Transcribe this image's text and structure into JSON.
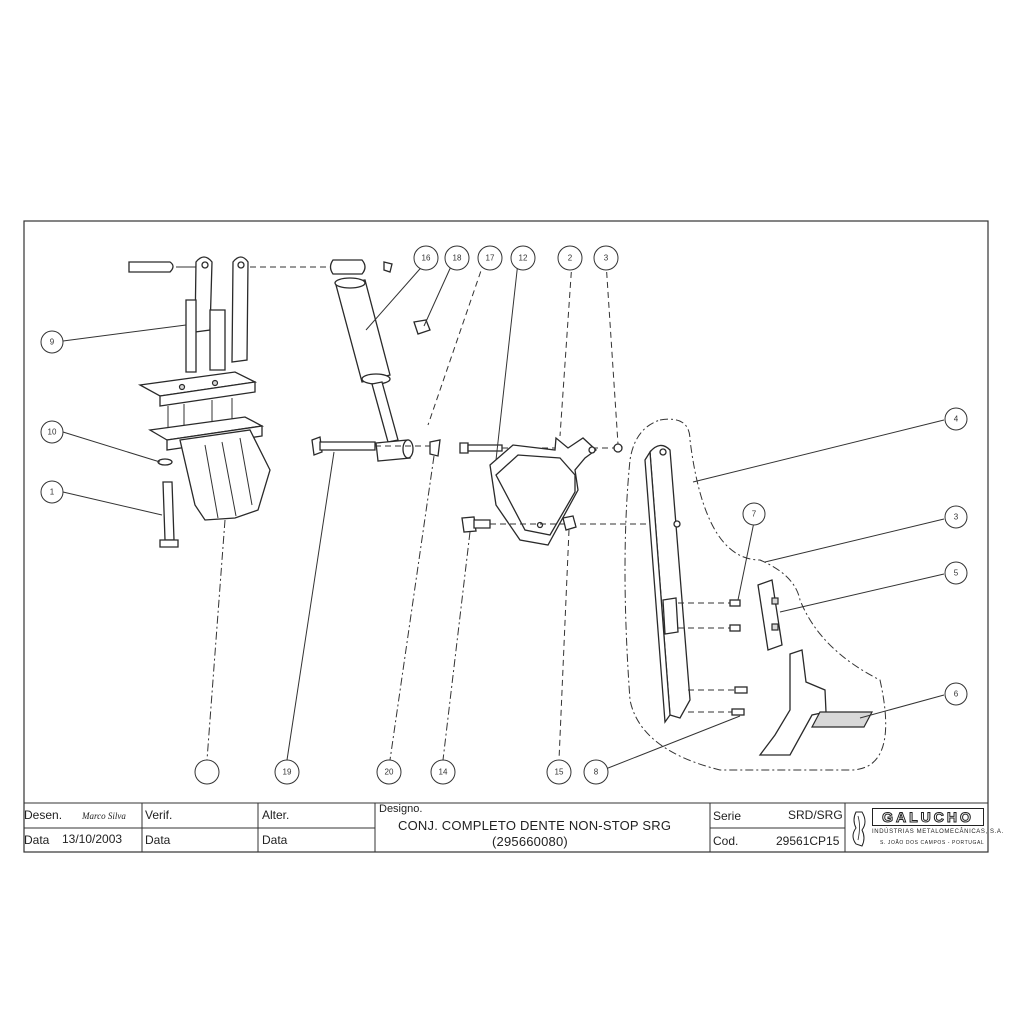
{
  "balloons": [
    {
      "id": "b-top-1",
      "label": "16"
    },
    {
      "id": "b-top-2",
      "label": "18"
    },
    {
      "id": "b-top-3",
      "label": "17"
    },
    {
      "id": "b-top-4",
      "label": "12"
    },
    {
      "id": "b-top-5",
      "label": "2"
    },
    {
      "id": "b-top-6",
      "label": "3"
    },
    {
      "id": "b-left-1",
      "label": "9"
    },
    {
      "id": "b-left-2",
      "label": "10"
    },
    {
      "id": "b-left-3",
      "label": "1"
    },
    {
      "id": "b-right-1",
      "label": "4"
    },
    {
      "id": "b-right-2",
      "label": "3"
    },
    {
      "id": "b-right-3",
      "label": "5"
    },
    {
      "id": "b-right-4",
      "label": "6"
    },
    {
      "id": "b-mid-7",
      "label": "7"
    },
    {
      "id": "b-bot-1",
      "label": ""
    },
    {
      "id": "b-bot-2",
      "label": "19"
    },
    {
      "id": "b-bot-3",
      "label": "20"
    },
    {
      "id": "b-bot-4",
      "label": "14"
    },
    {
      "id": "b-bot-5",
      "label": "15"
    },
    {
      "id": "b-bot-6",
      "label": "8"
    }
  ],
  "title_block": {
    "desen_label": "Desen.",
    "desen_sig": "Marco Silva",
    "verif_label": "Verif.",
    "alter_label": "Alter.",
    "data_label": "Data",
    "data_value": "13/10/2003",
    "data2_label": "Data",
    "data3_label": "Data",
    "design_label": "Designo.",
    "title_line1": "CONJ. COMPLETO DENTE NON-STOP SRG",
    "title_line2": "(295660080)",
    "serie_label": "Serie",
    "serie_value": "SRD/SRG",
    "cod_label": "Cod.",
    "cod_value": "29561CP15",
    "company_logo": "GALUCHO",
    "company_sub1": "INDÚSTRIAS METALOMECÂNICAS, S.A.",
    "company_sub2": "S. JOÃO DOS CAMPOS - PORTUGAL"
  }
}
